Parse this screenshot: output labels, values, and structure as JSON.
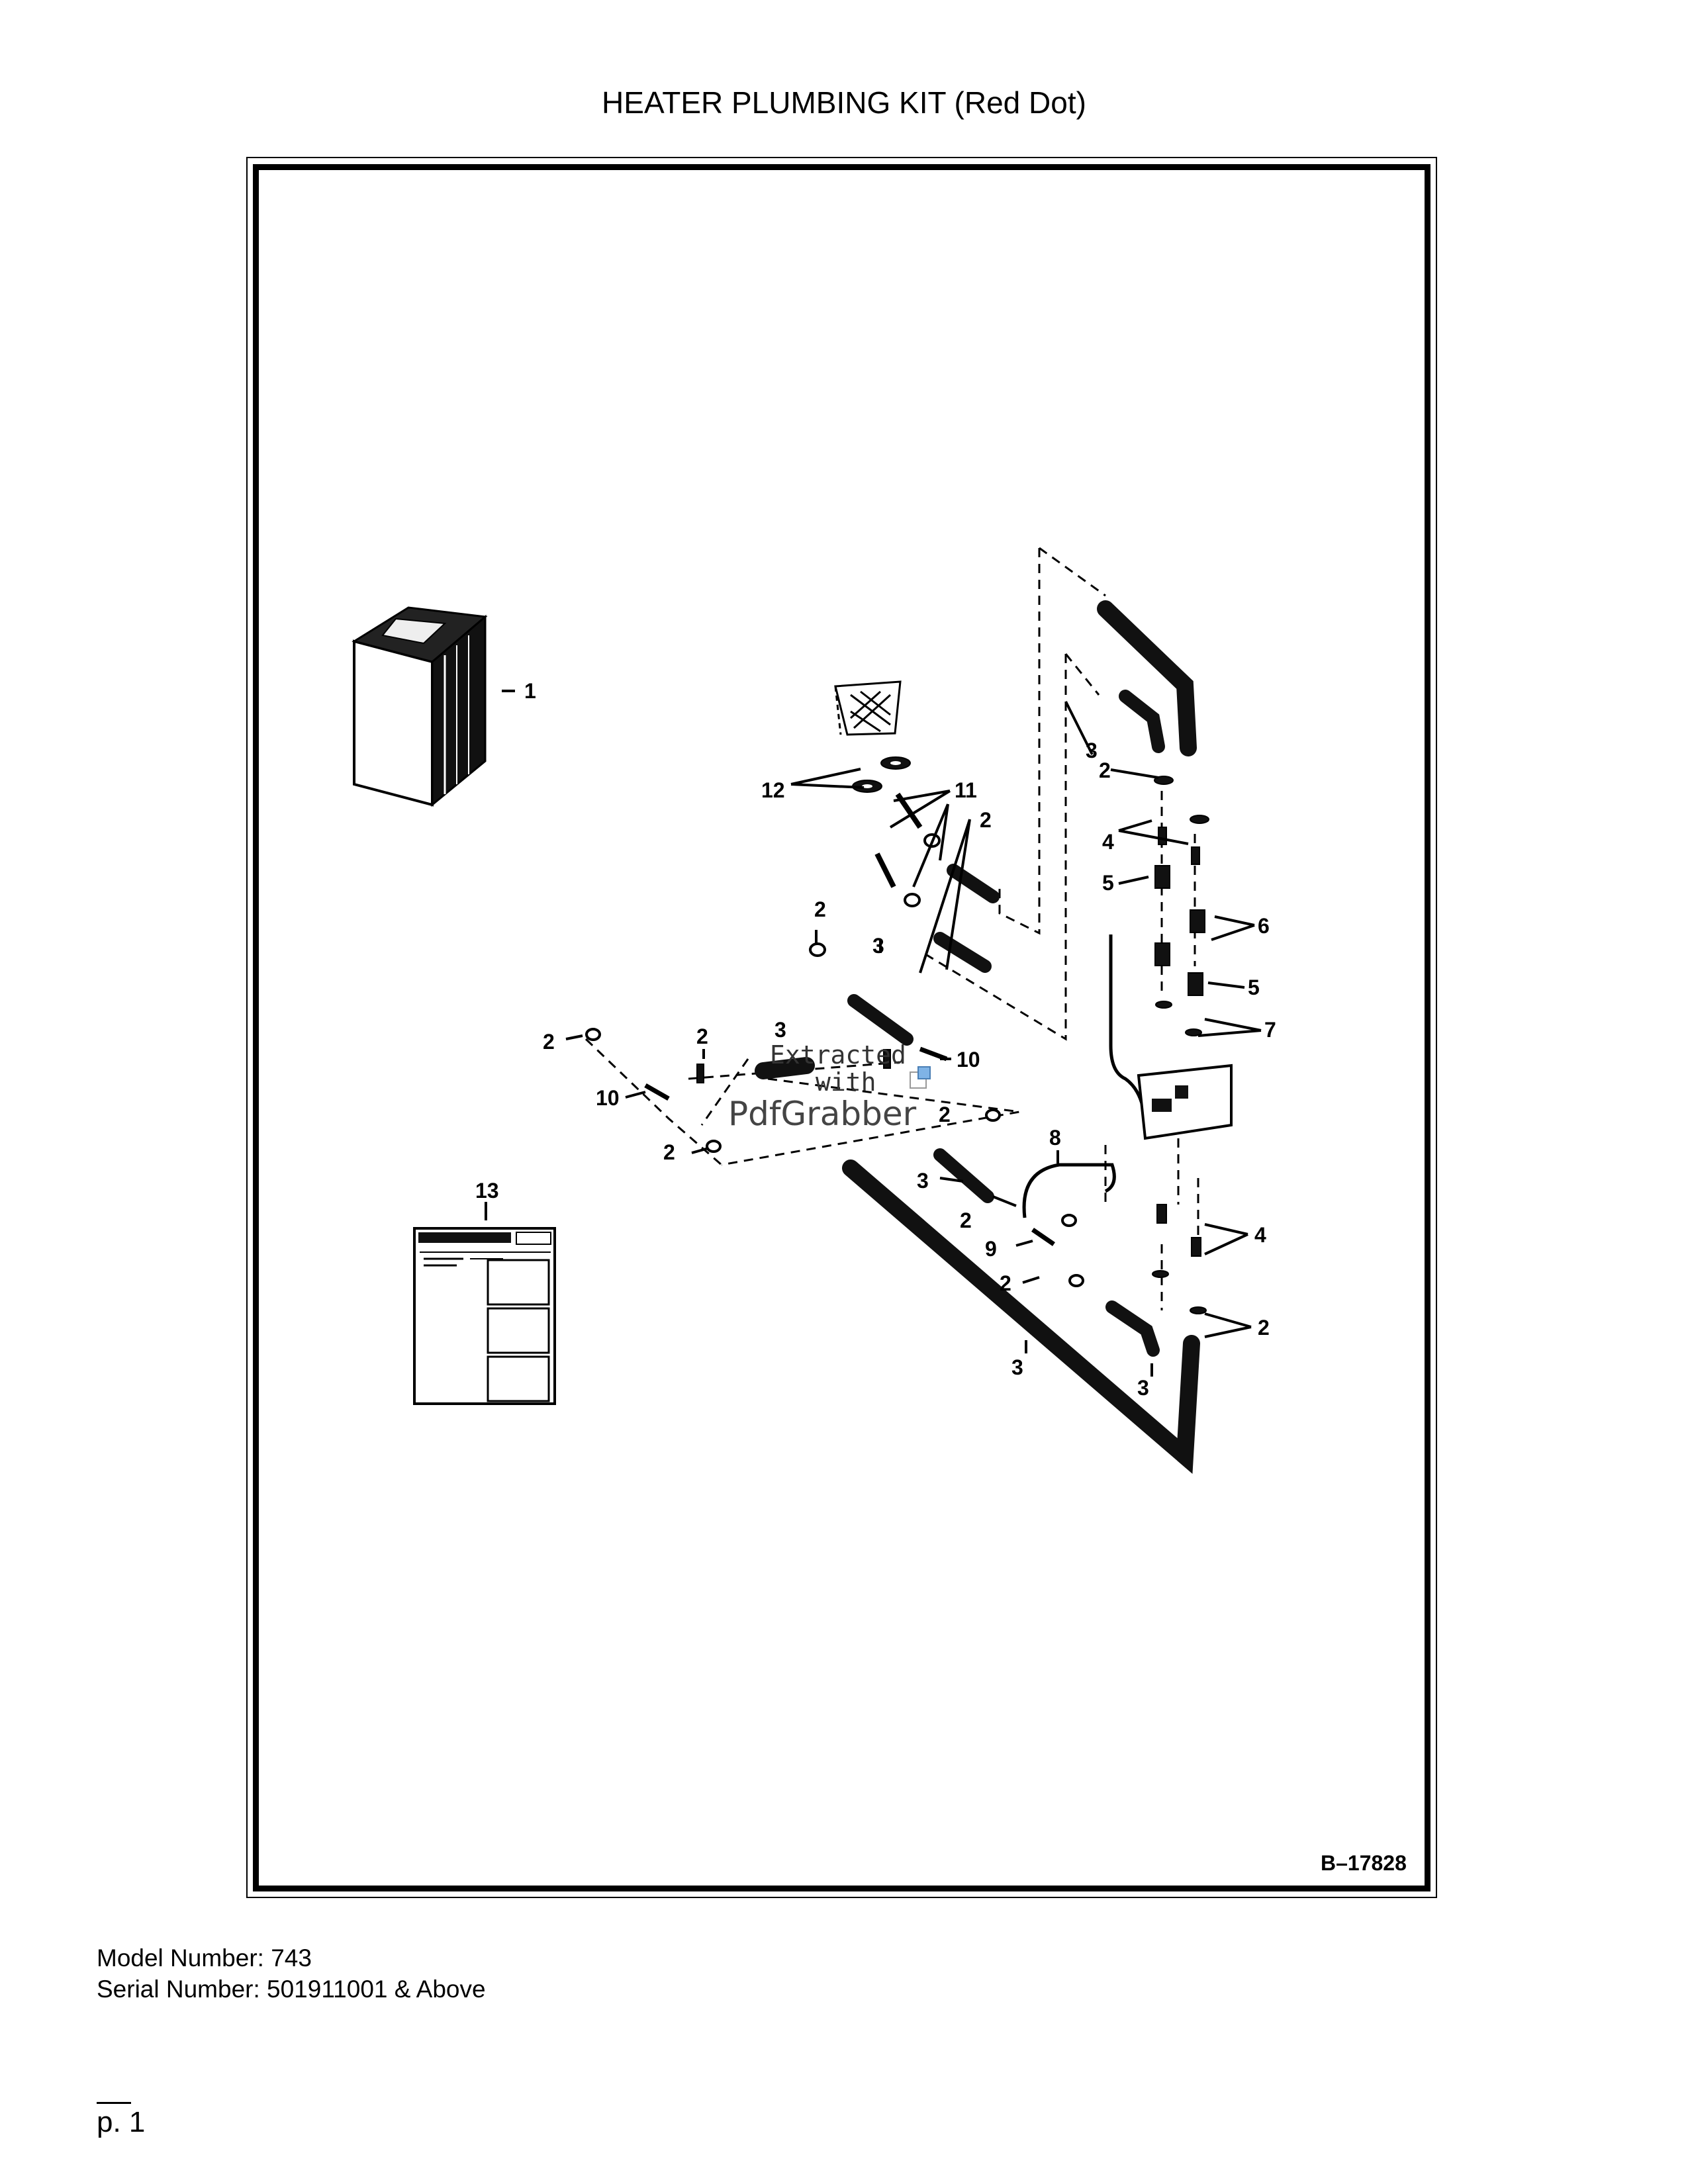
{
  "page": {
    "title": "HEATER PLUMBING KIT (Red Dot)",
    "figure_id": "B–17828",
    "model_line": "Model Number: 743",
    "serial_line": "Serial Number: 501911001 & Above",
    "page_number": "p. 1"
  },
  "callouts": {
    "heater_box": "1",
    "fitting_label_top": "2",
    "hose_label_top": "3",
    "connector_label": "4",
    "valve_label": "5",
    "adapter_label": "6",
    "clamp_label": "7",
    "cable_label": "8",
    "clip_label": "9",
    "elbow_label": "10",
    "nipple_label": "11",
    "washer_label": "12",
    "instructions_label": "13"
  },
  "watermark": {
    "line1": "Extracted",
    "line2": "with",
    "line3": "PdfGrabber"
  }
}
